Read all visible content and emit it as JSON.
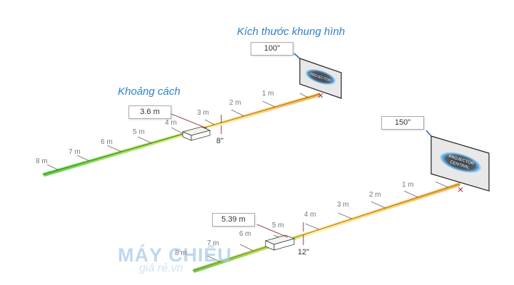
{
  "top_scene": {
    "screen_title": "Kích thước khung hình",
    "screen_size": "100\"",
    "distance_title": "Khoảng cách",
    "distance": "3.6 m",
    "offset": "8\"",
    "ruler_labels": [
      "1 m",
      "2 m",
      "3 m",
      "4 m",
      "5 m",
      "6 m",
      "7 m",
      "8 m"
    ],
    "screen_logo": "PROJECTOR CENTRAL"
  },
  "bottom_scene": {
    "screen_size": "150\"",
    "distance": "5.39 m",
    "offset": "12\"",
    "ruler_labels": [
      "1 m",
      "2 m",
      "3 m",
      "4 m",
      "5 m",
      "6 m",
      "7 m",
      "8 m"
    ],
    "screen_logo": "PROJECTOR CENTRAL"
  },
  "watermark": {
    "line1": "MÁY CHIẾU",
    "line2": "giá rẻ.vn"
  },
  "colors": {
    "title_blue": "#2f7fc8",
    "beam_orange": "#e8a020",
    "beam_green": "#5fcf3a",
    "arrow_red": "#a02020"
  }
}
